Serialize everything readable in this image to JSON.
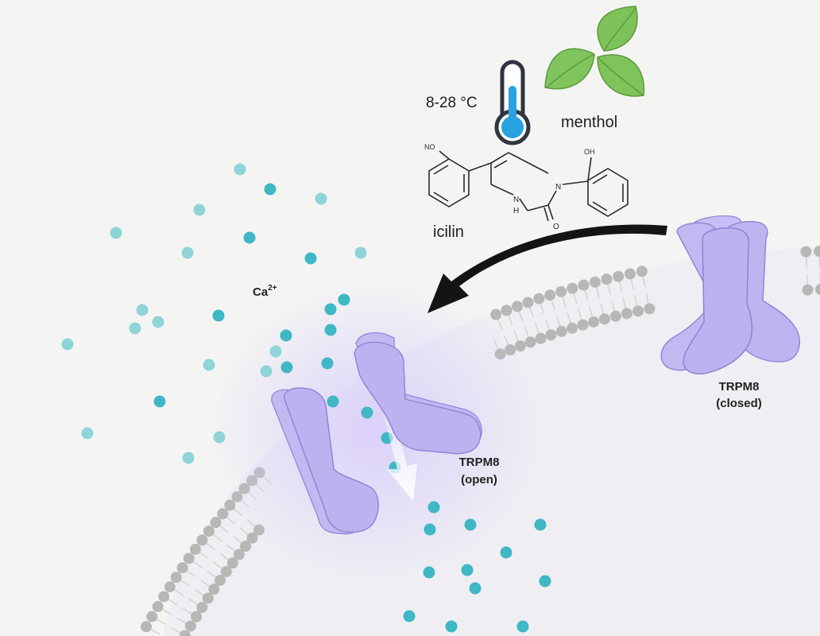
{
  "labels": {
    "temperature": "8-28 °C",
    "menthol": "menthol",
    "icilin": "icilin",
    "ion_base": "Ca",
    "ion_charge": "2+",
    "channel_closed_name": "TRPM8",
    "channel_closed_state": "(closed)",
    "channel_open_name": "TRPM8",
    "channel_open_state": "(open)"
  },
  "icilin_atoms": {
    "no2": "NO",
    "oh": "OH",
    "n1": "N",
    "nh": "N",
    "h": "H",
    "o": "O"
  },
  "colors": {
    "background": "#f4f5f3",
    "cell_interior": "#eeeef3",
    "membrane_head": "#b7b8b6",
    "membrane_tail": "#d4d4cc",
    "channel": "#bdb1ef",
    "channel_edge": "#8f82d6",
    "ion": "#3fb7c4",
    "ion_light": "#8fd4d8",
    "thermometer": "#2f3640",
    "thermometer_fill": "#28a3e0",
    "leaf": "#7dc35a"
  },
  "icons": {
    "temperature": "thermometer-icon",
    "menthol": "mint-leaf-icon"
  }
}
